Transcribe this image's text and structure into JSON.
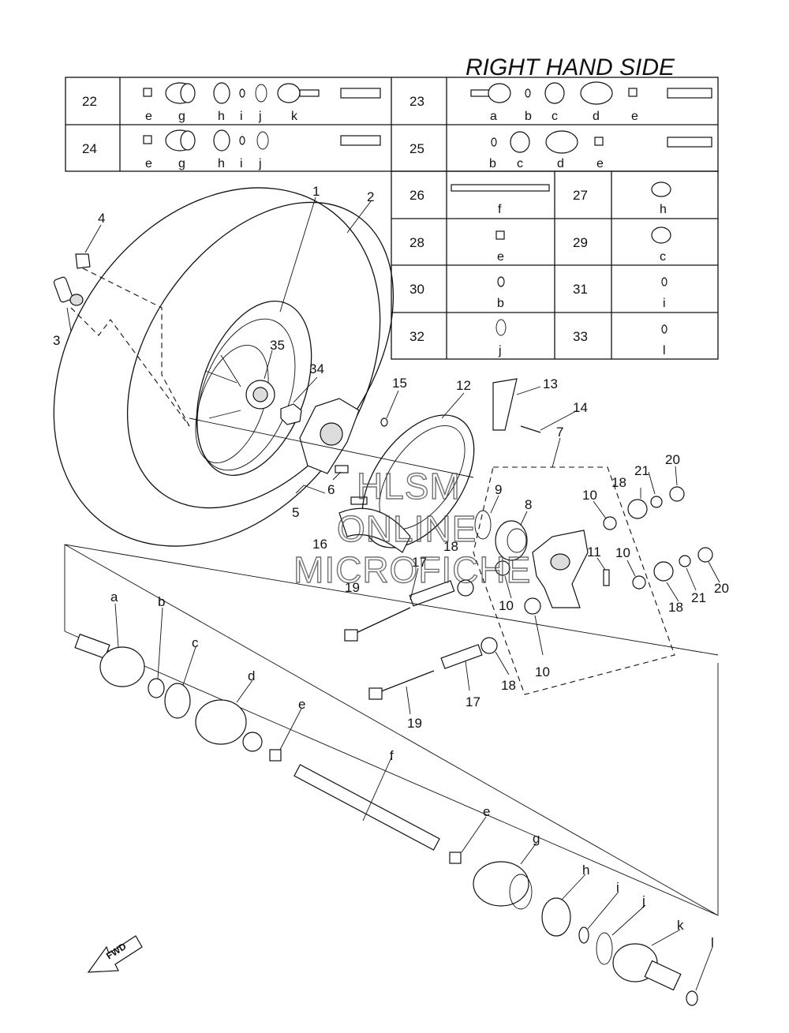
{
  "title": "RIGHT HAND SIDE",
  "watermark": [
    "HLSM",
    "ONLINE",
    "MICROFICHE"
  ],
  "fwd_label": "FWD",
  "kit_table": [
    {
      "no": "22",
      "letters": [
        "e",
        "g",
        "h",
        "i",
        "j",
        "k"
      ]
    },
    {
      "no": "23",
      "letters": [
        "a",
        "b",
        "c",
        "d",
        "e"
      ]
    },
    {
      "no": "24",
      "letters": [
        "e",
        "g",
        "h",
        "i",
        "j"
      ]
    },
    {
      "no": "25",
      "letters": [
        "b",
        "c",
        "d",
        "e"
      ]
    }
  ],
  "single_table": [
    {
      "no": "26",
      "letter": "f"
    },
    {
      "no": "27",
      "letter": "h"
    },
    {
      "no": "28",
      "letter": "e"
    },
    {
      "no": "29",
      "letter": "c"
    },
    {
      "no": "30",
      "letter": "b"
    },
    {
      "no": "31",
      "letter": "i"
    },
    {
      "no": "32",
      "letter": "j"
    },
    {
      "no": "33",
      "letter": "l"
    }
  ],
  "callouts": {
    "n1": "1",
    "n2": "2",
    "n3": "3",
    "n4": "4",
    "n5": "5",
    "n6": "6",
    "n7": "7",
    "n8": "8",
    "n9": "9",
    "n10a": "10",
    "n10b": "10",
    "n10c": "10",
    "n10d": "10",
    "n11": "11",
    "n12": "12",
    "n13": "13",
    "n14": "14",
    "n15": "15",
    "n16": "16",
    "n17a": "17",
    "n17b": "17",
    "n18a": "18",
    "n18b": "18",
    "n18c": "18",
    "n18d": "18",
    "n19a": "19",
    "n19b": "19",
    "n20a": "20",
    "n20b": "20",
    "n21a": "21",
    "n21b": "21",
    "n34": "34",
    "n35": "35",
    "la": "a",
    "lb": "b",
    "lc": "c",
    "ld": "d",
    "le1": "e",
    "lf": "f",
    "le2": "e",
    "lg": "g",
    "lh": "h",
    "li": "i",
    "lj": "j",
    "lk": "k",
    "ll": "l"
  }
}
